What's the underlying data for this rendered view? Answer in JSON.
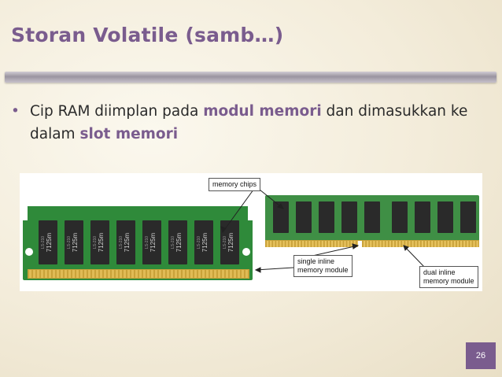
{
  "slide": {
    "title": "Storan Volatile (samb…)",
    "bullet_symbol": "•",
    "bullet": {
      "part1": "Cip RAM diimplan pada ",
      "highlight1": "modul memori",
      "part2": " dan dimasukkan ke dalam ",
      "highlight2": "slot memori"
    },
    "page_number": "26"
  },
  "figure": {
    "callouts": {
      "memory_chips": "memory chips",
      "simm_line1": "single inline",
      "simm_line2": "memory module",
      "dimm_line1": "dual inline",
      "dimm_line2": "memory module"
    },
    "chip_label_top": "7125m",
    "chip_label_side": "LS-210"
  },
  "colors": {
    "accent": "#7a5c8e",
    "pcb_green": "#2f8a3a",
    "chip_black": "#2a2a2a"
  }
}
